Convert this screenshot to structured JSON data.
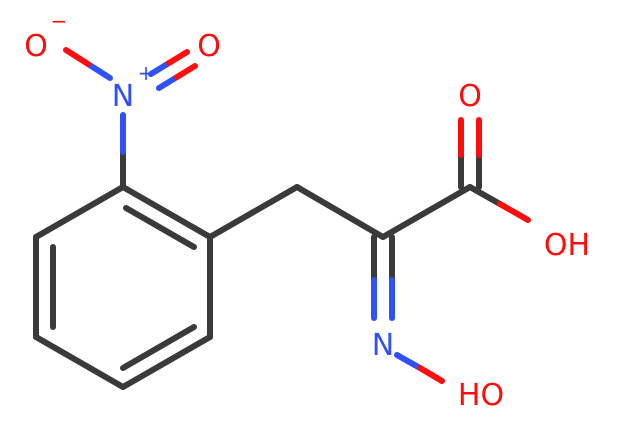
{
  "colors": {
    "carbon_bond": "#3a3a3a",
    "nitrogen": "#3050f8",
    "oxygen": "#ff0d0d",
    "background": "#ffffff"
  },
  "atoms": {
    "nitro_n": "N",
    "nitro_n_charge": "+",
    "nitro_o_left": "O",
    "nitro_o_left_charge": "−",
    "nitro_o_right": "O",
    "acid_o_double": "O",
    "acid_oh": "OH",
    "oxime_n": "N",
    "oxime_oh": "HO"
  }
}
